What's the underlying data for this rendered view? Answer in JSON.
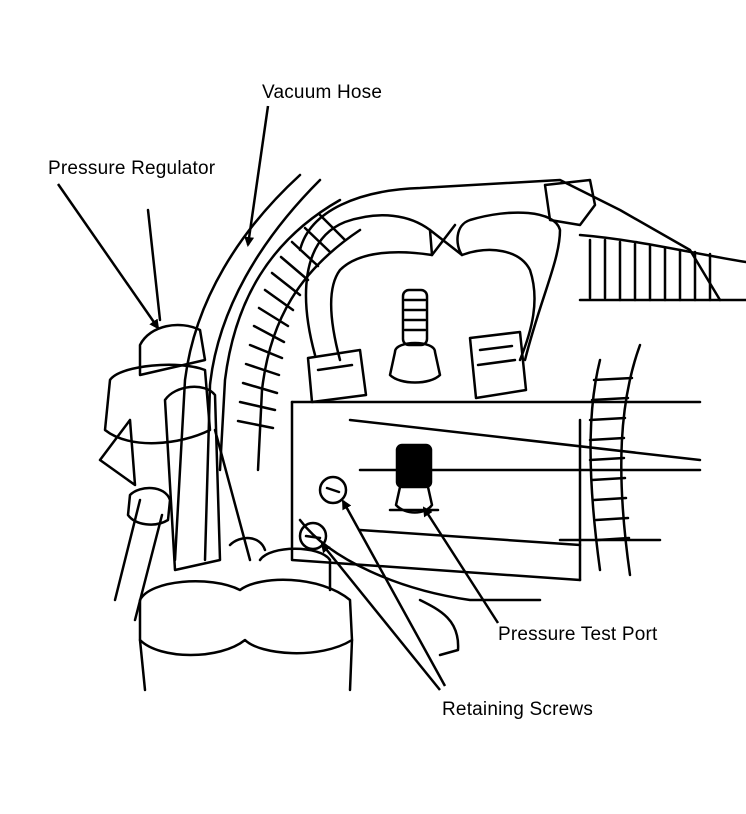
{
  "labels": {
    "vacuum_hose": "Vacuum Hose",
    "pressure_regulator": "Pressure Regulator",
    "pressure_test_port": "Pressure Test Port",
    "retaining_screws": "Retaining Screws"
  },
  "colors": {
    "ink": "#000000",
    "background": "#ffffff"
  }
}
